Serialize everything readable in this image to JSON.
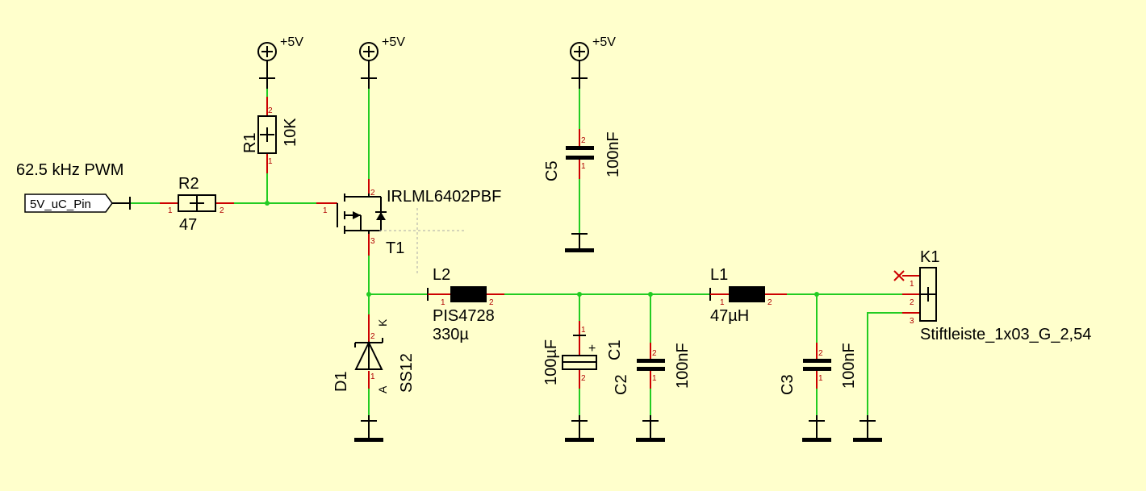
{
  "colors": {
    "background": "#FFFFCC",
    "wire": "#22CC22",
    "pin": "#CC0000",
    "component": "#000000"
  },
  "supply": {
    "label": "+5V"
  },
  "net_label": {
    "title": "62.5 kHz PWM",
    "port": "5V_uC_Pin"
  },
  "pins": {
    "p1": "1",
    "p2": "2",
    "p3": "3"
  },
  "components": {
    "r1": {
      "ref": "R1",
      "value": "10K"
    },
    "r2": {
      "ref": "R2",
      "value": "47"
    },
    "t1": {
      "ref": "T1",
      "value": "IRLML6402PBF"
    },
    "c5": {
      "ref": "C5",
      "value": "100nF"
    },
    "l2": {
      "ref": "L2",
      "value_part": "PIS4728",
      "value": "330µ"
    },
    "l1": {
      "ref": "L1",
      "value": "47µH"
    },
    "d1": {
      "ref": "D1",
      "value": "SS12",
      "anode": "A",
      "cathode": "K"
    },
    "c1": {
      "ref": "C1",
      "value": "100µF",
      "polarity": "+"
    },
    "c2": {
      "ref": "C2",
      "value": "100nF"
    },
    "c3": {
      "ref": "C3",
      "value": "100nF"
    },
    "k1": {
      "ref": "K1",
      "value": "Stiftleiste_1x03_G_2,54"
    }
  }
}
